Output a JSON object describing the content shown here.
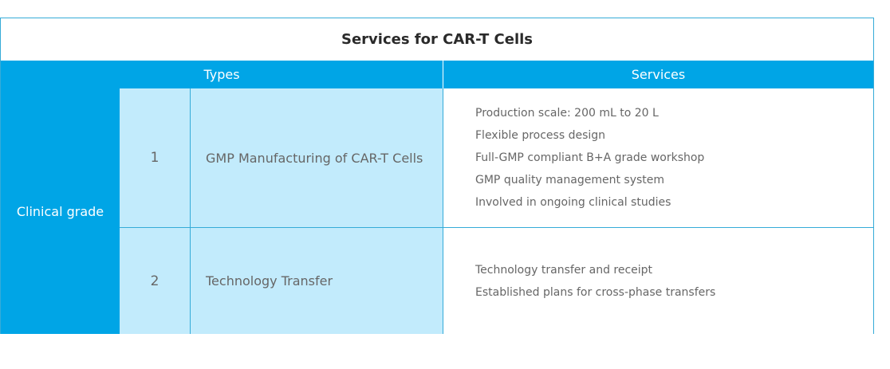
{
  "table": {
    "title": "Services for CAR-T Cells",
    "headers": {
      "types": "Types",
      "services": "Services"
    },
    "grade": "Clinical grade",
    "rows": [
      {
        "number": "1",
        "type": "GMP Manufacturing of CAR-T Cells",
        "services": [
          "Production scale: 200 mL to 20 L",
          "Flexible process design",
          "Full-GMP compliant B+A grade workshop",
          "GMP quality management system",
          "Involved in ongoing clinical studies"
        ]
      },
      {
        "number": "2",
        "type": "Technology Transfer",
        "services": [
          "Technology transfer and receipt",
          "Established plans for cross-phase transfers"
        ]
      }
    ]
  },
  "colors": {
    "header_blue": "#00a5e6",
    "light_blue": "#c2ebfc",
    "border": "#35abd8"
  }
}
